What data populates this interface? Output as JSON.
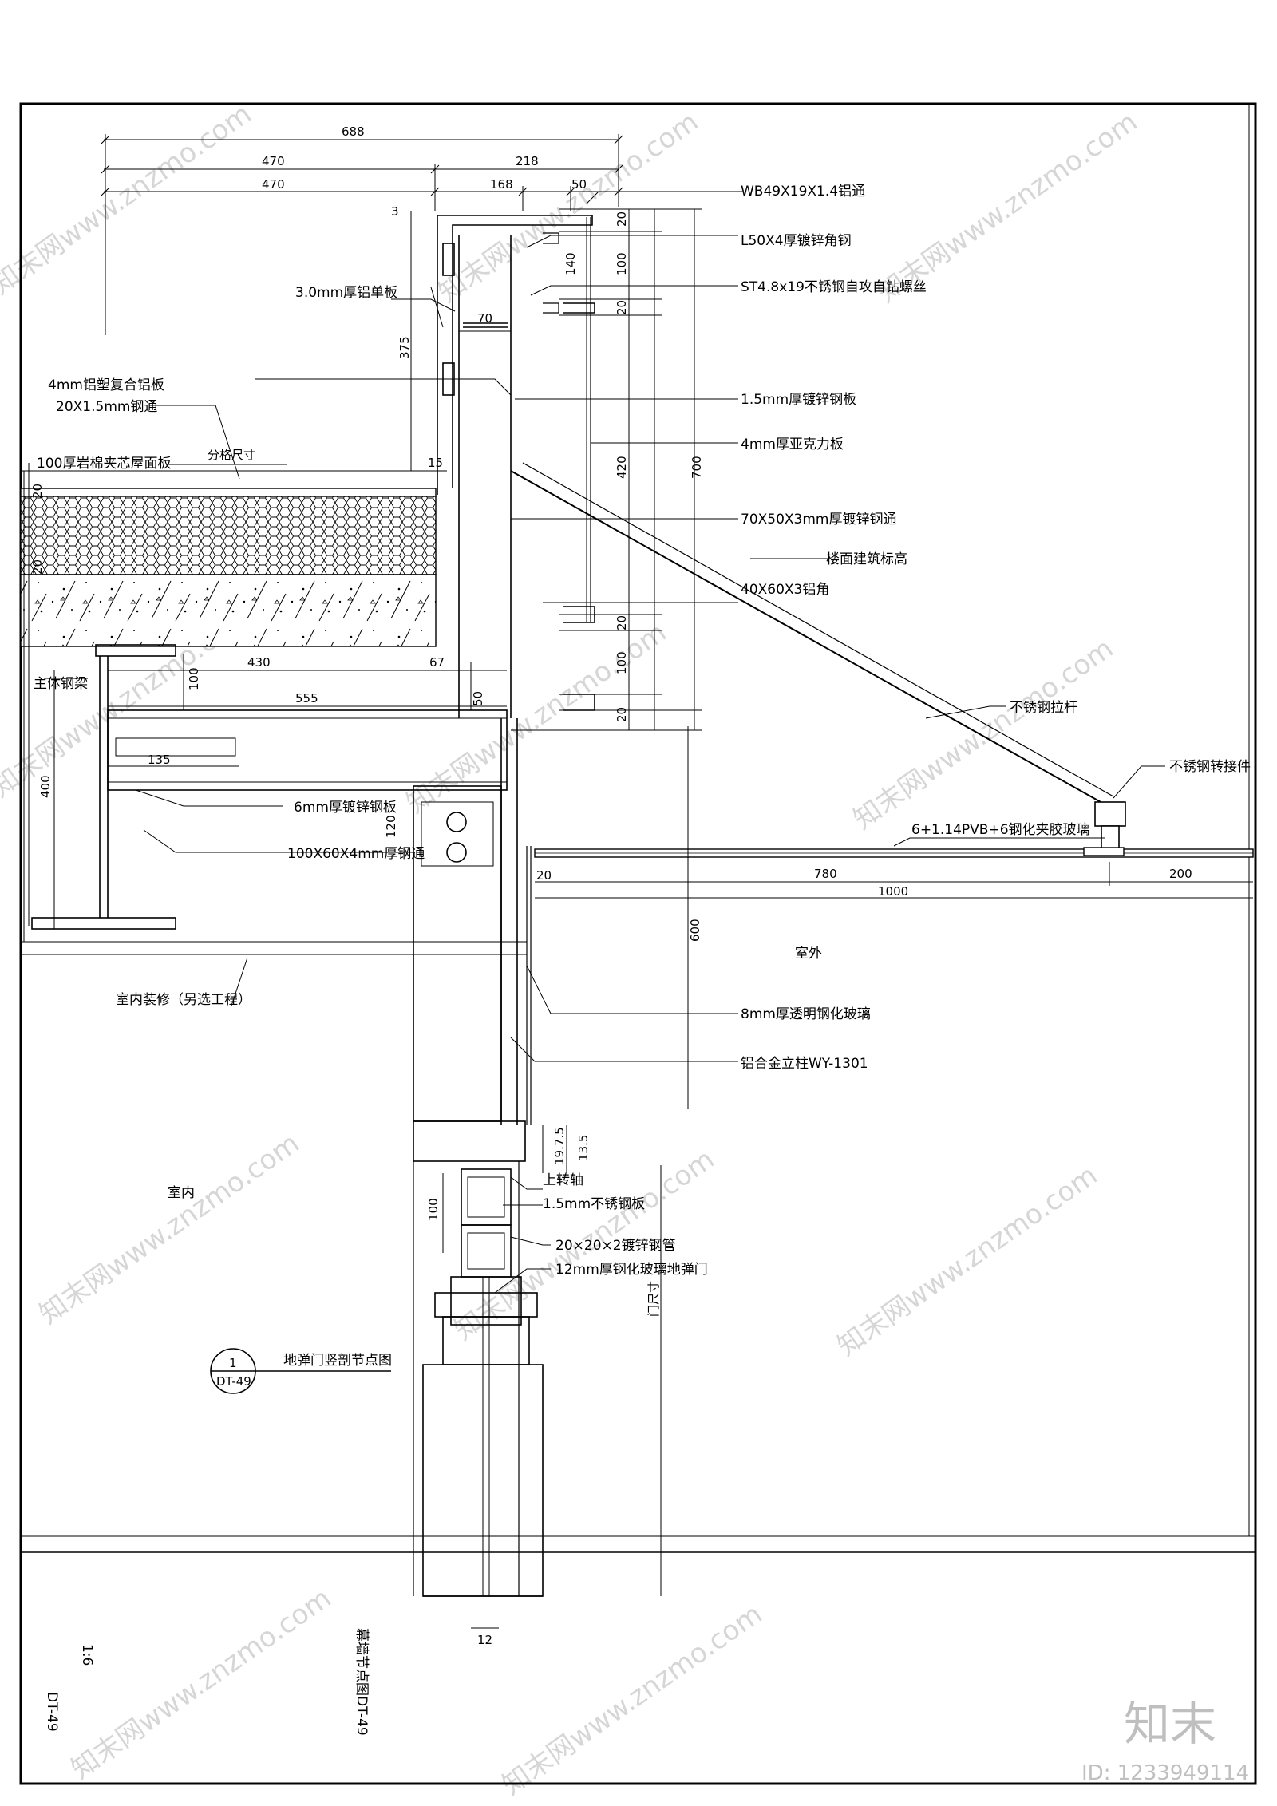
{
  "dimensions": {
    "top_overall": "688",
    "top_left": "470",
    "top_right": "218",
    "second_left": "470",
    "second_mid": "168",
    "second_right": "50",
    "parapet_height": "375",
    "small_3": "3",
    "small_70": "70",
    "small_15": "15",
    "small_20_left": "20",
    "small_20_roof": "20",
    "right_20a": "20",
    "right_100a": "100",
    "right_20b": "20",
    "right_140": "140",
    "right_420": "420",
    "right_700": "700",
    "right_20c": "20",
    "right_100b": "100",
    "right_20d": "20",
    "beam_430": "430",
    "beam_67": "67",
    "beam_100": "100",
    "beam_555": "555",
    "beam_50": "50",
    "beam_135": "135",
    "beam_400": "400",
    "box_120": "120",
    "glass_20": "20",
    "glass_780": "780",
    "glass_200": "200",
    "glass_1000": "1000",
    "glass_600": "600",
    "door_19_7_5": "19.7.5",
    "door_13_5": "13.5",
    "door_100": "100",
    "door_12": "12",
    "door_size": "门尺寸"
  },
  "labels": {
    "wb_channel": "WB49X19X1.4铝通",
    "l50_angle": "L50X4厚镀锌角钢",
    "st_screw": "ST4.8x19不锈钢自攻自钻螺丝",
    "al_plate_3": "3.0mm厚铝单板",
    "al_composite": "4mm铝塑复合铝板",
    "steel_tube_20": "20X1.5mm钢通",
    "rockwool": "100厚岩棉夹芯屋面板",
    "grid_size": "分格尺寸",
    "galv_plate_15": "1.5mm厚镀锌钢板",
    "acrylic": "4mm厚亚克力板",
    "galv_tube_70": "70X50X3mm厚镀锌钢通",
    "floor_level": "楼面建筑标高",
    "al_angle": "40X60X3铝角",
    "main_beam": "主体钢梁",
    "ss_rod": "不锈钢拉杆",
    "ss_joint": "不锈钢转接件",
    "galv_plate_6": "6mm厚镀锌钢板",
    "laminated_glass": "6+1.14PVB+6钢化夹胶玻璃",
    "steel_tube_100": "100X60X4mm厚钢通",
    "outdoor": "室外",
    "interior_finish": "室内装修（另选工程）",
    "tempered_glass_8": "8mm厚透明钢化玻璃",
    "al_mullion": "铝合金立柱WY-1301",
    "indoor": "室内",
    "top_pivot": "上转轴",
    "ss_plate": "1.5mm不锈钢板",
    "galv_pipe": "20×20×2镀锌钢管",
    "door_glass": "12mm厚钢化玻璃地弹门"
  },
  "detail": {
    "number": "1",
    "sheet": "DT-49",
    "title": "地弹门竖剖节点图"
  },
  "title_block": {
    "scale": "1:6",
    "drawing_name": "幕墙节点图DT-49",
    "drawing_no": "DT-49"
  },
  "watermark": {
    "text": "知末网www.znzmo.com",
    "logo": "知末",
    "id": "ID: 1233949114"
  }
}
